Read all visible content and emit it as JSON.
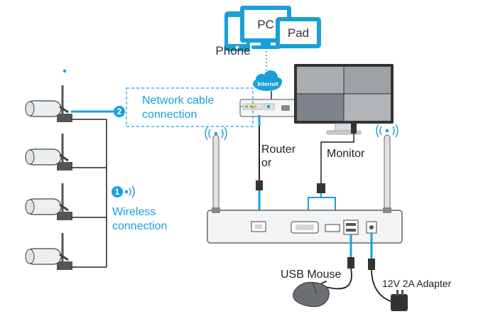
{
  "devices": {
    "phone": "Phone",
    "pc": "PC",
    "pad": "Pad"
  },
  "internet": "Internet",
  "network": {
    "badge": "2",
    "line1": "Network cable",
    "line2": "connection"
  },
  "wireless": {
    "badge": "1",
    "line1": "Wireless",
    "line2": "connection"
  },
  "router": {
    "line1": "Router",
    "line2": "or"
  },
  "monitor": "Monitor",
  "usb_mouse": "USB Mouse",
  "adapter": "12V 2A Adapter",
  "colors": {
    "accent": "#1aa0d8",
    "line": "#222222",
    "device": "#e8ecef"
  }
}
